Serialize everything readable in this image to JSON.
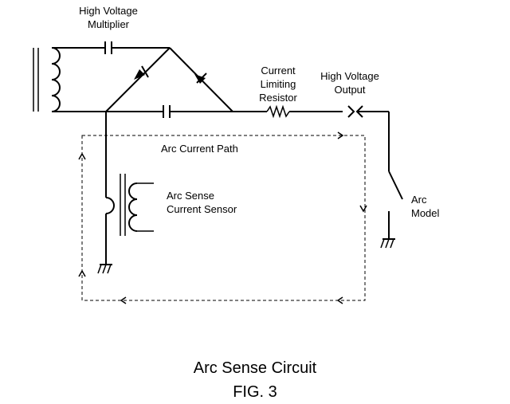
{
  "labels": {
    "multiplier": [
      "High Voltage",
      "Multiplier"
    ],
    "resistor": [
      "Current",
      "Limiting",
      "Resistor"
    ],
    "output": [
      "High Voltage",
      "Output"
    ],
    "arc_path": "Arc Current Path",
    "sensor": [
      "Arc Sense",
      "Current Sensor"
    ],
    "arc_model": [
      "Arc",
      "Model"
    ]
  },
  "caption": {
    "title": "Arc Sense Circuit",
    "fig": "FIG. 3"
  }
}
